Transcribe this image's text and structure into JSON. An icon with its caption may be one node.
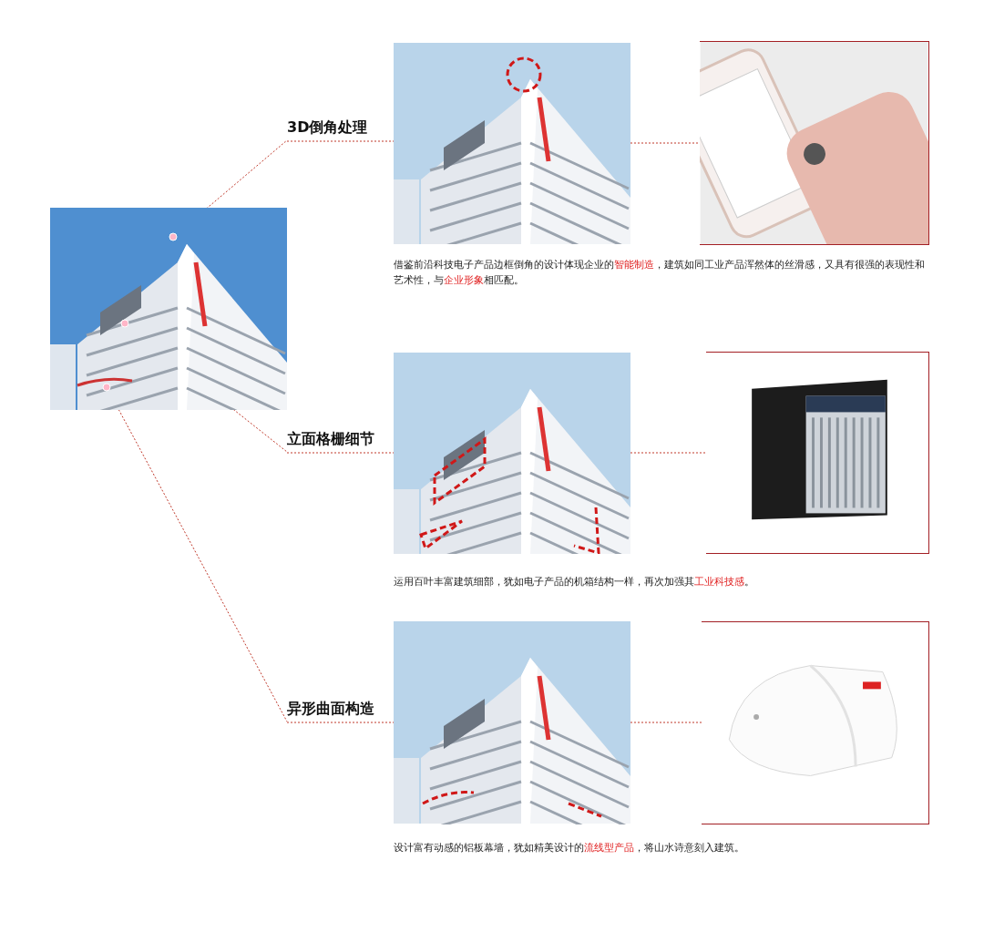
{
  "diagram": {
    "nodes": [
      {
        "text": [],
        "shape": "picture"
      },
      {
        "text": [
          "3D倒角处理"
        ]
      },
      {
        "text": [],
        "shape": "picture"
      },
      {
        "text": [],
        "shape": "picture"
      },
      {
        "text": [
          "立面格栅细节"
        ]
      },
      {
        "text": [],
        "shape": "picture"
      },
      {
        "text": [],
        "shape": "picture"
      },
      {
        "text": [
          "异形曲面构造"
        ]
      },
      {
        "text": [],
        "shape": "picture"
      },
      {
        "text": [],
        "shape": "picture"
      }
    ],
    "edges": [
      {
        "from": 0,
        "to": 1,
        "arrow": "none"
      },
      {
        "from": 0,
        "to": 4,
        "arrow": "none"
      },
      {
        "from": 0,
        "to": 7,
        "arrow": "none"
      },
      {
        "from": 1,
        "to": 2,
        "arrow": "none"
      },
      {
        "from": 4,
        "to": 5,
        "arrow": "none"
      },
      {
        "from": 7,
        "to": 8,
        "arrow": "none"
      },
      {
        "from": 2,
        "to": 3,
        "arrow": "none"
      },
      {
        "from": 5,
        "to": 6,
        "arrow": "none"
      },
      {
        "from": 8,
        "to": 9,
        "arrow": "none"
      }
    ],
    "labels": [
      "借鉴前沿科技电子产品边框倒角的设计体现企业的**智能制造**，建筑如同工业产品浑然体的丝滑感，又具有很强的表现性和艺术性，与**企业形象**相匹配。",
      "运用百叶丰富建筑细部，犹如电子产品的机箱结构一样，再次加强其**工业科技感**。",
      "设计富有动感的铝板幕墙，犹如精美设计的**流线型产品**，将山水诗意刻入建筑。"
    ]
  }
}
